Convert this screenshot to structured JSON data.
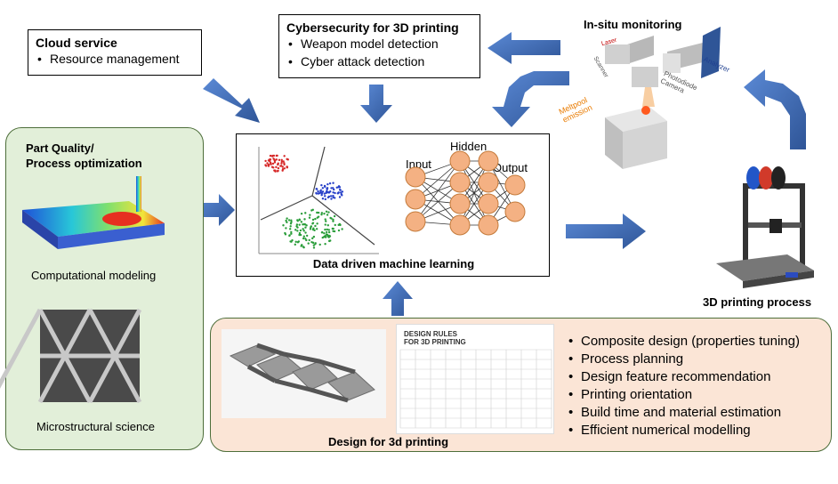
{
  "cloud": {
    "title": "Cloud service",
    "items": [
      "Resource management"
    ]
  },
  "cyber": {
    "title": "Cybersecurity for 3D printing",
    "items": [
      "Weapon model detection",
      "Cyber attack detection"
    ]
  },
  "insitu": {
    "title": "In-situ monitoring",
    "laser": "Laser",
    "scanner": "Scanner",
    "meltpool": "Meltpool emission",
    "photodiode": "Photodiode Camera",
    "analyzer": "Analyzer"
  },
  "ml": {
    "caption": "Data driven machine learning",
    "input": "Input",
    "hidden": "Hidden",
    "output": "Output"
  },
  "pq": {
    "title_line1": "Part Quality/",
    "title_line2": "Process optimization",
    "comp_label": "Computational modeling",
    "micro_label": "Microstructural science"
  },
  "printer": {
    "label": "3D printing process"
  },
  "design": {
    "label": "Design for 3d printing",
    "sheet_title_1": "DESIGN RULES",
    "sheet_title_2": "FOR 3D PRINTING",
    "items": [
      "Composite design (properties tuning)",
      "Process planning",
      "Design feature recommendation",
      "Printing orientation",
      "Build time and material estimation",
      "Efficient numerical modelling"
    ]
  },
  "colors": {
    "arrow": "#4472c4",
    "green_panel": "#e2efd9",
    "orange_panel": "#fbe5d6",
    "neuron": "#f4b183"
  }
}
